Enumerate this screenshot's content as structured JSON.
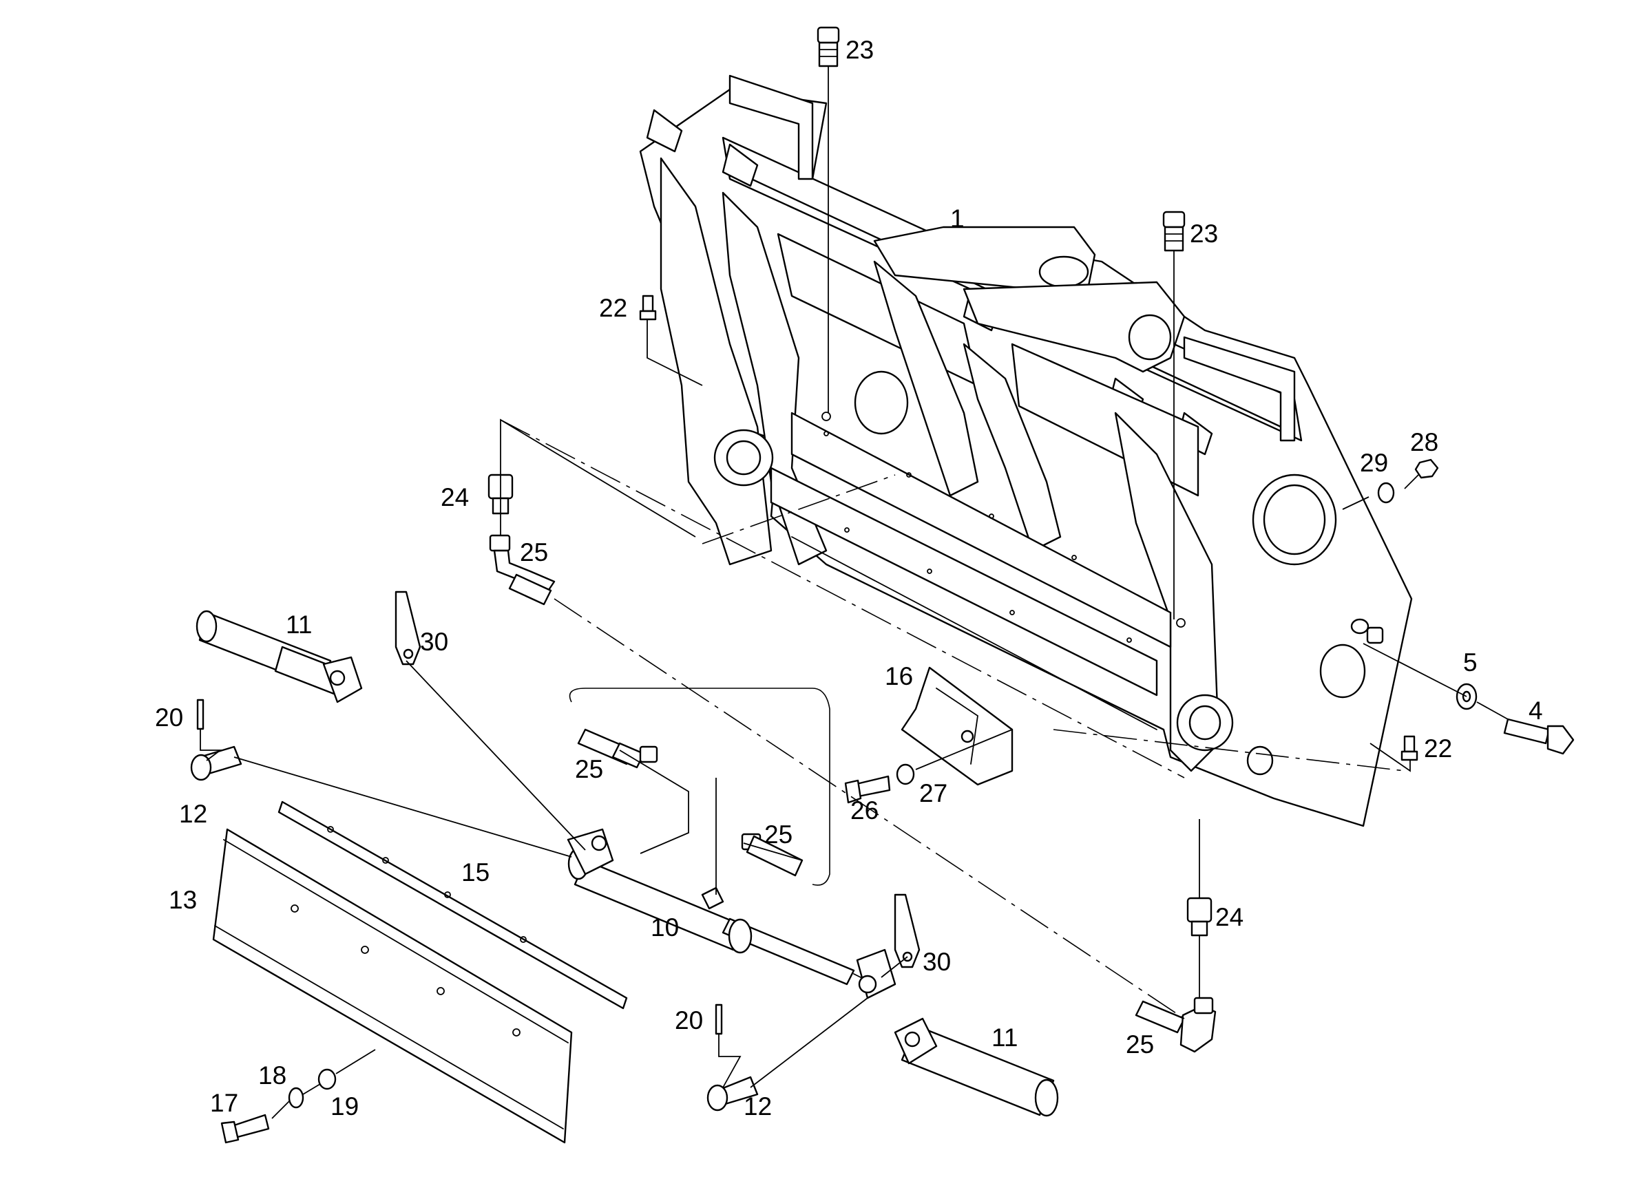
{
  "callouts": [
    {
      "id": "c1",
      "label": "1"
    },
    {
      "id": "c4",
      "label": "4"
    },
    {
      "id": "c5",
      "label": "5"
    },
    {
      "id": "c10",
      "label": "10"
    },
    {
      "id": "c11a",
      "label": "11"
    },
    {
      "id": "c11b",
      "label": "11"
    },
    {
      "id": "c12a",
      "label": "12"
    },
    {
      "id": "c12b",
      "label": "12"
    },
    {
      "id": "c13",
      "label": "13"
    },
    {
      "id": "c15",
      "label": "15"
    },
    {
      "id": "c16",
      "label": "16"
    },
    {
      "id": "c17",
      "label": "17"
    },
    {
      "id": "c18",
      "label": "18"
    },
    {
      "id": "c19",
      "label": "19"
    },
    {
      "id": "c20a",
      "label": "20"
    },
    {
      "id": "c20b",
      "label": "20"
    },
    {
      "id": "c22a",
      "label": "22"
    },
    {
      "id": "c22b",
      "label": "22"
    },
    {
      "id": "c23a",
      "label": "23"
    },
    {
      "id": "c23b",
      "label": "23"
    },
    {
      "id": "c24a",
      "label": "24"
    },
    {
      "id": "c24b",
      "label": "24"
    },
    {
      "id": "c25a",
      "label": "25"
    },
    {
      "id": "c25b",
      "label": "25"
    },
    {
      "id": "c25c",
      "label": "25"
    },
    {
      "id": "c25d",
      "label": "25"
    },
    {
      "id": "c26",
      "label": "26"
    },
    {
      "id": "c27",
      "label": "27"
    },
    {
      "id": "c28",
      "label": "28"
    },
    {
      "id": "c29",
      "label": "29"
    },
    {
      "id": "c30a",
      "label": "30"
    },
    {
      "id": "c30b",
      "label": "30"
    }
  ]
}
